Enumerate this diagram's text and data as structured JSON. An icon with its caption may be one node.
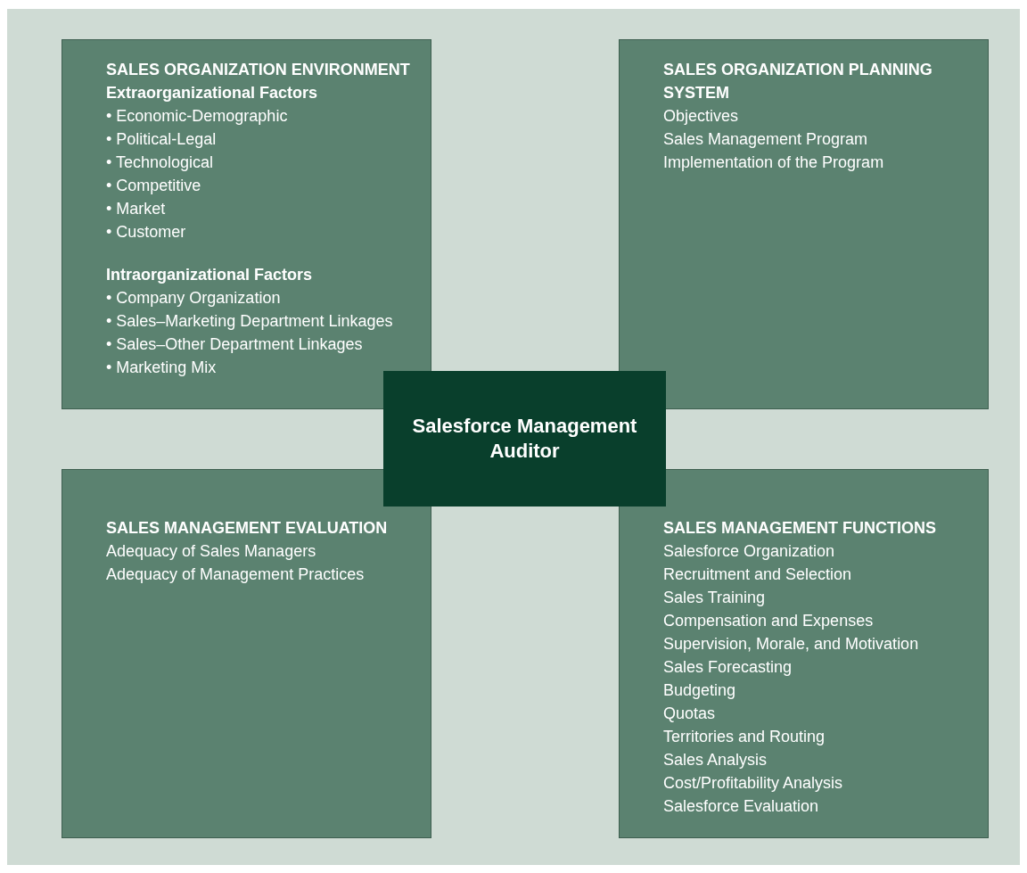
{
  "diagram": {
    "nodes": [
      {
        "text": [
          "SALES ORGANIZATION ENVIRONMENT",
          "Extraorganizational Factors",
          "• Economic-Demographic",
          "• Political-Legal",
          "• Technological",
          "• Competitive",
          "• Market",
          "• Customer",
          "Intraorganizational Factors",
          "• Company Organization",
          "• Sales–Marketing Department Linkages",
          "• Sales–Other Department Linkages",
          "• Marketing Mix"
        ]
      },
      {
        "text": [
          "SALES ORGANIZATION PLANNING SYSTEM",
          "Objectives",
          "Sales Management Program",
          "Implementation of the Program"
        ]
      },
      {
        "text": [
          "SALES MANAGEMENT EVALUATION",
          "Adequacy of Sales Managers",
          "Adequacy of Management Practices"
        ]
      },
      {
        "text": [
          "SALES MANAGEMENT FUNCTIONS",
          "Salesforce Organization",
          "Recruitment and Selection",
          "Sales Training",
          "Compensation and Expenses",
          "Supervision, Morale, and Motivation",
          "Sales Forecasting",
          "Budgeting",
          "Quotas",
          "Territories and Routing",
          "Sales Analysis",
          "Cost/Profitability Analysis",
          "Salesforce Evaluation"
        ]
      },
      {
        "text": [
          "Salesforce Management Auditor"
        ]
      }
    ]
  }
}
